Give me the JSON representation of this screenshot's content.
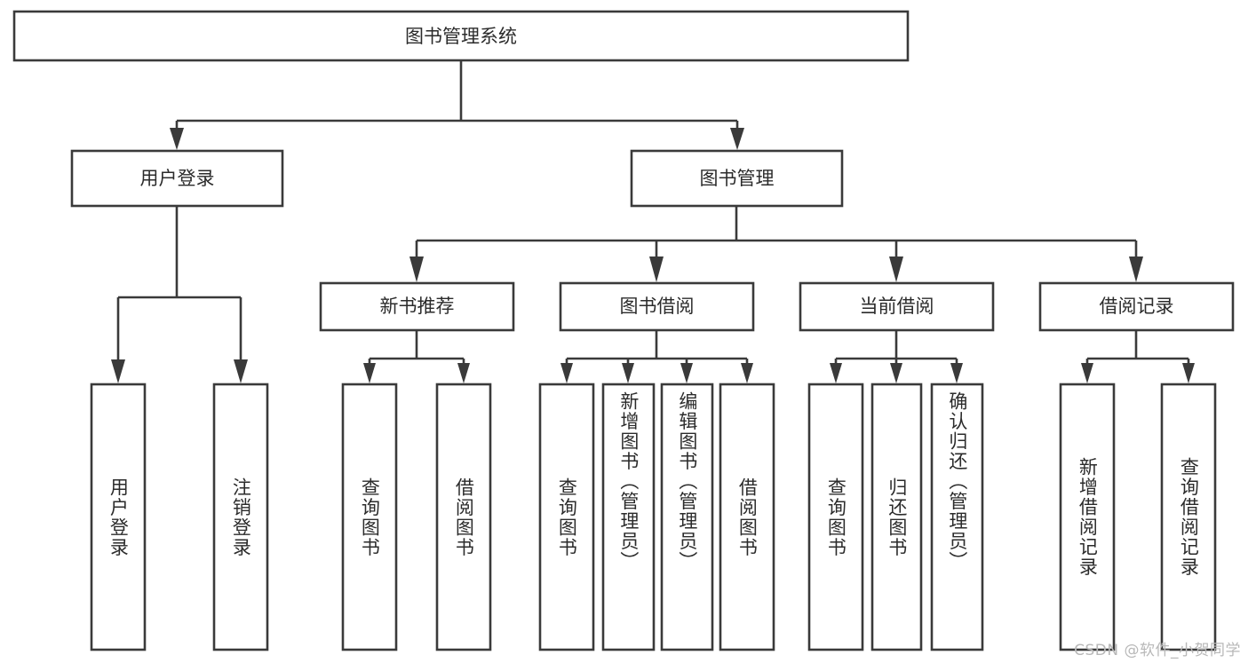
{
  "diagram": {
    "type": "tree-hierarchy",
    "title": "图书管理系统",
    "watermark": "CSDN @软件_小贺同学",
    "colors": {
      "stroke": "#3a3a3a",
      "fill": "#ffffff",
      "text": "#2b2b2b",
      "watermark": "#b8b8b8",
      "background": "#ffffff"
    },
    "root": {
      "label": "图书管理系统"
    },
    "level1": [
      {
        "label": "用户登录"
      },
      {
        "label": "图书管理"
      }
    ],
    "level2": [
      {
        "label": "新书推荐"
      },
      {
        "label": "图书借阅"
      },
      {
        "label": "当前借阅"
      },
      {
        "label": "借阅记录"
      }
    ],
    "leaves_user_login": [
      {
        "label": "用户登录"
      },
      {
        "label": "注销登录"
      }
    ],
    "leaves_new_book": [
      {
        "label": "查询图书"
      },
      {
        "label": "借阅图书"
      }
    ],
    "leaves_borrow": [
      {
        "label": "查询图书"
      },
      {
        "label": "新增图书（管理员）"
      },
      {
        "label": "编辑图书（管理员）"
      },
      {
        "label": "借阅图书"
      }
    ],
    "leaves_current": [
      {
        "label": "查询图书"
      },
      {
        "label": "归还图书"
      },
      {
        "label": "确认归还（管理员）"
      }
    ],
    "leaves_records": [
      {
        "label": "新增借阅记录"
      },
      {
        "label": "查询借阅记录"
      }
    ]
  }
}
